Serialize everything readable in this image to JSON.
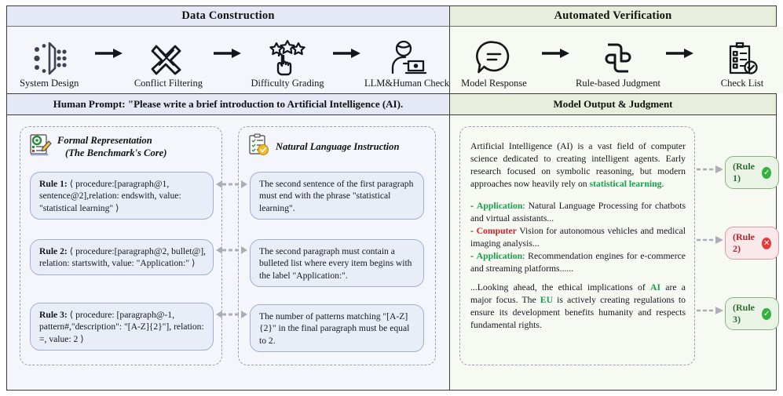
{
  "panels": {
    "left_header": "Data Construction",
    "right_header": "Automated Verification",
    "prompt": "Human Prompt: \"Please write a brief introduction to Artificial Intelligence (AI).",
    "output_header": "Model Output & Judgment"
  },
  "pipeline_left": [
    {
      "icon": "system-design-icon",
      "label": "System Design"
    },
    {
      "icon": "conflict-filtering-icon",
      "label": "Conflict Filtering"
    },
    {
      "icon": "difficulty-grading-icon",
      "label": "Difficulty Grading"
    },
    {
      "icon": "llm-human-check-icon",
      "label": "LLM&Human Check"
    }
  ],
  "pipeline_right": [
    {
      "icon": "model-response-icon",
      "label": "Model Response"
    },
    {
      "icon": "rule-based-judgment-icon",
      "label": "Rule-based Judgment"
    },
    {
      "icon": "check-list-icon",
      "label": "Check List"
    }
  ],
  "formal": {
    "title_line1": "Formal Representation",
    "title_line2": "(The Benchmark's Core)",
    "rules": [
      {
        "name": "Rule 1:",
        "body": " ⟨ procedure:[paragraph@1, sentence@2],relation: endswith, value: \"statistical learning\" ⟩"
      },
      {
        "name": "Rule 2:",
        "body": " ⟨ procedure:[paragraph@2, bullet@], relation: startswith, value: \"Application:\" ⟩"
      },
      {
        "name": "Rule 3:",
        "body": " ⟨ procedure: [paragraph@-1, pattern#,\"description\": \"[A-Z]{2}\"], relation: =, value: 2 ⟩"
      }
    ]
  },
  "natural": {
    "title": "Natural Language Instruction",
    "items": [
      "The second sentence of the first paragraph must end with the phrase \"statistical learning\".",
      "The second paragraph must contain a bulleted list where every item begins with the label \"Application:\".",
      "The number of patterns matching \"[A-Z]{2}\" in the final paragraph must be equal to 2."
    ]
  },
  "output": {
    "para1_a": "Artificial Intelligence (AI) is a vast field of computer science dedicated to creating intelligent agents. Early research focused on symbolic reasoning, but modern approaches now heavily rely on ",
    "para1_hl": "statistical learning",
    "para1_b": ".",
    "b1_label": "Application",
    "b1_text": ": Natural Language Processing for chatbots and virtual assistants...",
    "b2_label": "Computer",
    "b2_text": " Vision for autonomous vehicles and medical imaging analysis...",
    "b3_label": "Application",
    "b3_text": ": Recommendation engines for e-commerce and streaming platforms......",
    "para3_a": "...Looking ahead, the ethical implications of ",
    "para3_hl1": "AI",
    "para3_b": " are a major focus. The ",
    "para3_hl2": "EU",
    "para3_c": " is actively creating regulations to ensure its development benefits humanity and respects fundamental rights."
  },
  "badges": [
    {
      "label": "(Rule 1)",
      "state": "pass",
      "mark": "✓"
    },
    {
      "label": "(Rule 2)",
      "state": "fail",
      "mark": "✕"
    },
    {
      "label": "(Rule 3)",
      "state": "pass",
      "mark": "✓"
    }
  ],
  "colors": {
    "header_blue": "#e4e9f5",
    "header_green": "#e7eedc",
    "pass_green": "#18a04a",
    "fail_red": "#cc2127"
  }
}
